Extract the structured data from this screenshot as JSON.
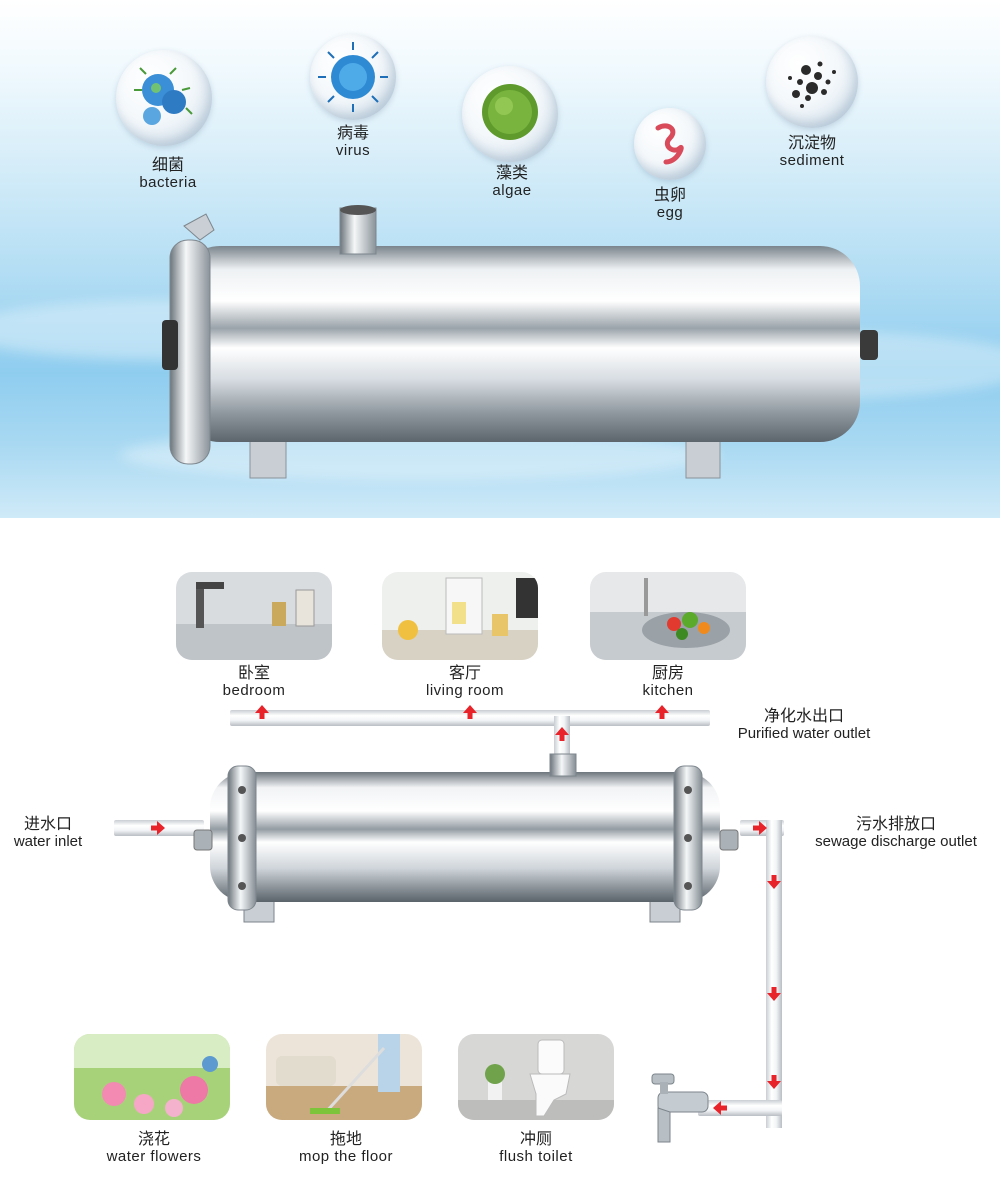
{
  "contaminants": [
    {
      "zh": "细菌",
      "en": "bacteria",
      "icon": "bacteria-icon"
    },
    {
      "zh": "病毒",
      "en": "virus",
      "icon": "virus-icon"
    },
    {
      "zh": "藻类",
      "en": "algae",
      "icon": "algae-icon"
    },
    {
      "zh": "虫卵",
      "en": "egg",
      "icon": "worm-egg-icon"
    },
    {
      "zh": "沉淀物",
      "en": "sediment",
      "icon": "sediment-icon"
    }
  ],
  "purified_uses": [
    {
      "zh": "卧室",
      "en": "bedroom"
    },
    {
      "zh": "客厅",
      "en": "living room"
    },
    {
      "zh": "厨房",
      "en": "kitchen"
    }
  ],
  "outlets": {
    "purified": {
      "zh": "净化水出口",
      "en": "Purified water outlet"
    },
    "inlet": {
      "zh": "进水口",
      "en": "water inlet"
    },
    "sewage": {
      "zh": "污水排放口",
      "en": "sewage discharge outlet"
    }
  },
  "sewage_uses": [
    {
      "zh": "浇花",
      "en": "water flowers"
    },
    {
      "zh": "拖地",
      "en": "mop the floor"
    },
    {
      "zh": "冲厕",
      "en": "flush toilet"
    }
  ],
  "colors": {
    "arrow": "#e8232a",
    "steel_light": "#f4f6f8",
    "steel_dark": "#5f6870",
    "sky": "#8fcdef"
  }
}
